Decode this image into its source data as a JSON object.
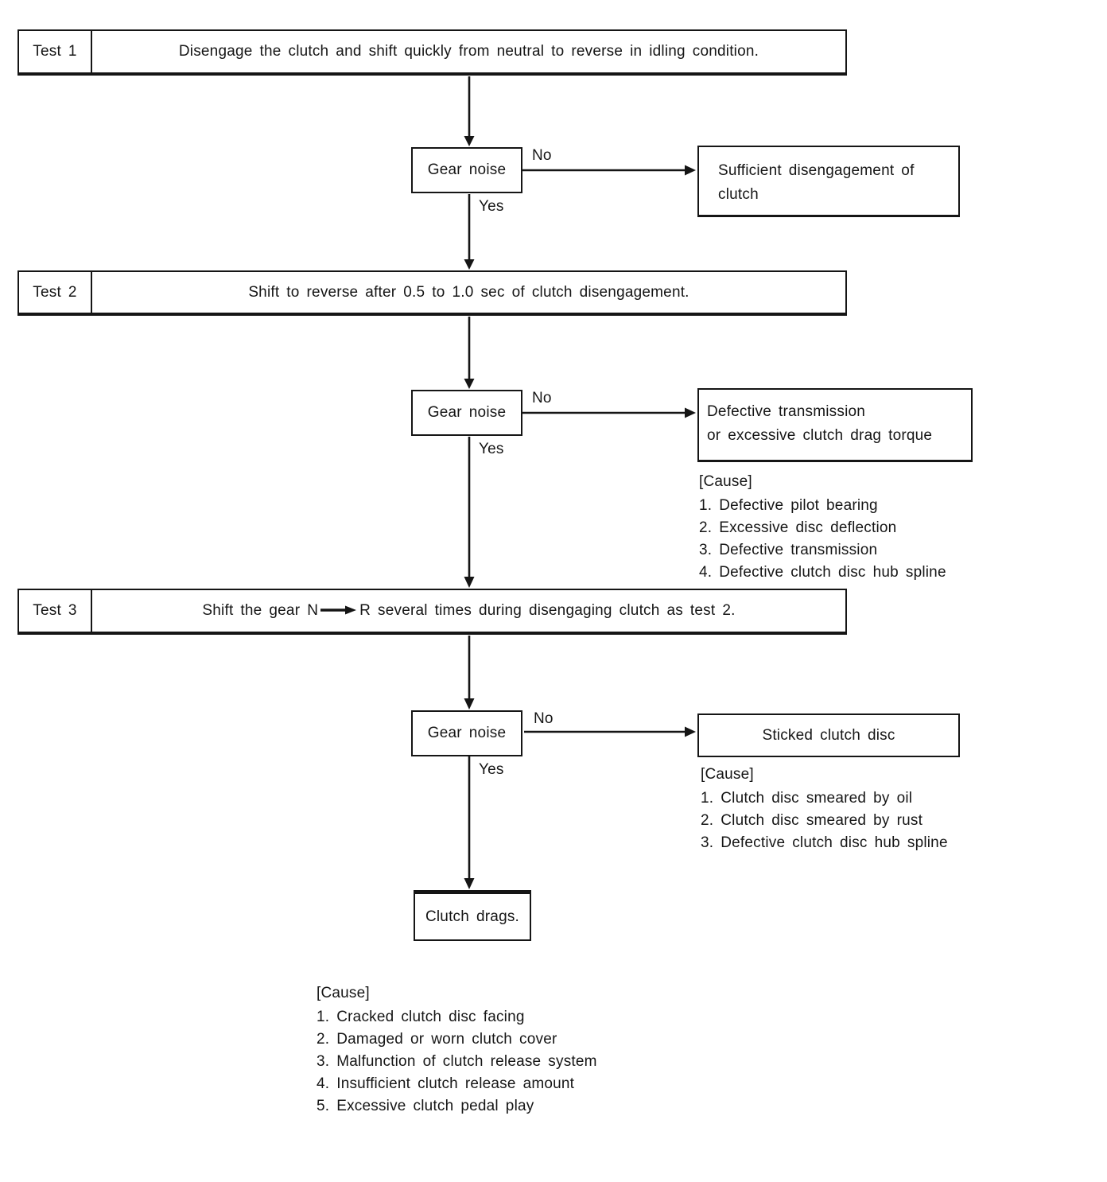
{
  "flowchart": {
    "test1": {
      "label": "Test 1",
      "description": "Disengage the clutch and shift quickly from neutral to reverse in idling condition."
    },
    "test2": {
      "label": "Test 2",
      "description": "Shift to reverse after 0.5 to 1.0 sec of clutch disengagement."
    },
    "test3": {
      "label": "Test 3",
      "description_pre": "Shift the gear N",
      "description_post": "R several times during disengaging clutch as test 2."
    },
    "decision1": {
      "label": "Gear noise",
      "no": "No",
      "yes": "Yes"
    },
    "decision2": {
      "label": "Gear noise",
      "no": "No",
      "yes": "Yes"
    },
    "decision3": {
      "label": "Gear noise",
      "no": "No",
      "yes": "Yes"
    },
    "outcome1": {
      "line1": "Sufficient disengagement of",
      "line2": "clutch"
    },
    "outcome2": {
      "line1": "Defective transmission",
      "line2": "or excessive clutch drag torque"
    },
    "outcome3": {
      "label": "Sticked clutch disc"
    },
    "cause2": {
      "title": "[Cause]",
      "items": [
        "1. Defective pilot bearing",
        "2. Excessive disc deflection",
        "3. Defective transmission",
        "4. Defective clutch disc hub spline"
      ]
    },
    "cause3": {
      "title": "[Cause]",
      "items": [
        "1. Clutch disc smeared by oil",
        "2. Clutch disc smeared by rust",
        "3. Defective clutch disc hub spline"
      ]
    },
    "final_box": {
      "label": "Clutch drags."
    },
    "final_cause": {
      "title": "[Cause]",
      "items": [
        "1. Cracked clutch disc facing",
        "2. Damaged or worn clutch cover",
        "3. Malfunction of clutch release system",
        "4. Insufficient clutch release amount",
        "5. Excessive clutch pedal play"
      ]
    },
    "colors": {
      "ink": "#151515",
      "paper": "#ffffff"
    }
  }
}
